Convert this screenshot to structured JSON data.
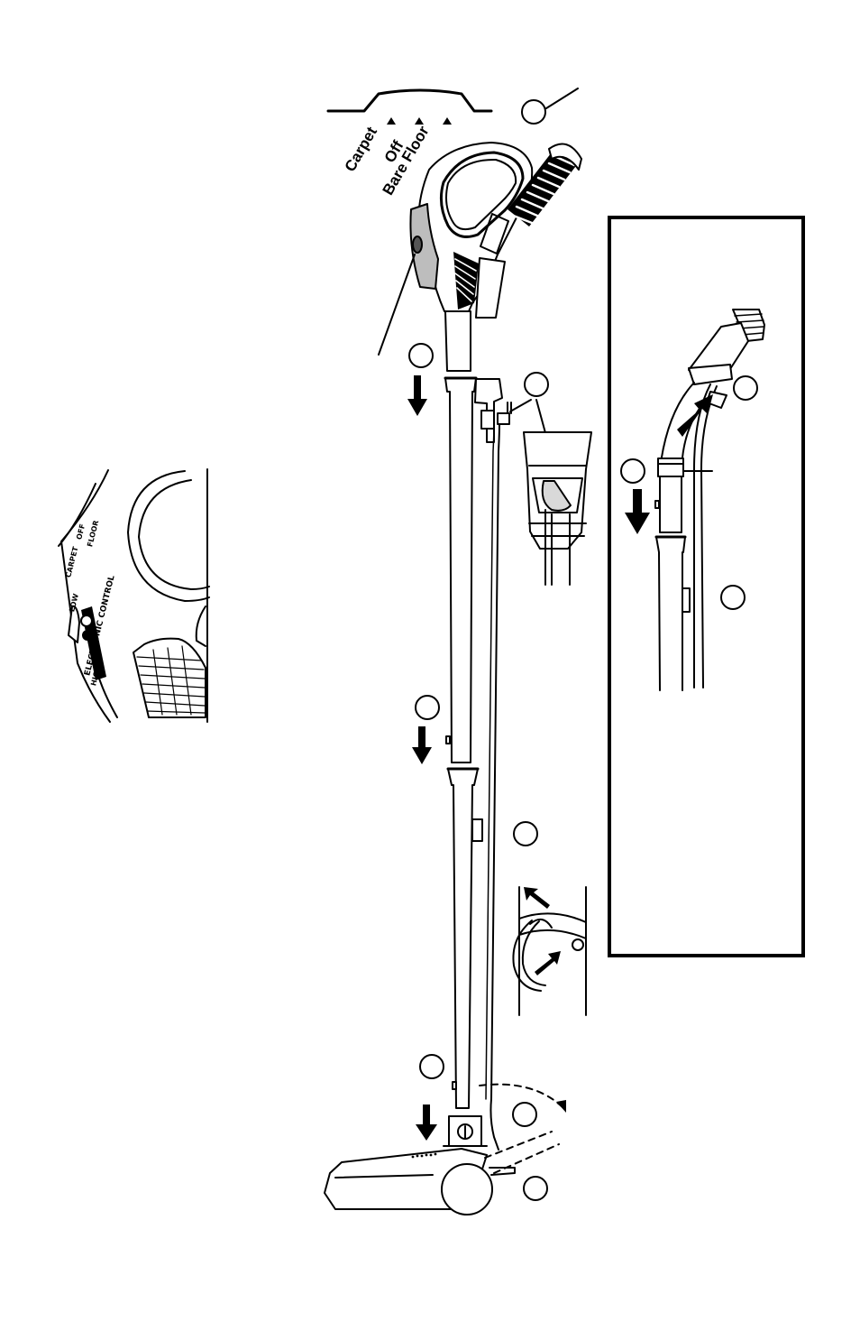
{
  "selector": {
    "carpet": "Carpet",
    "off": "Off",
    "bare_floor": "Bare Floor"
  },
  "detail_switch": {
    "carpet": "CARPET",
    "off": "OFF",
    "floor": "FLOOR",
    "low": "LOW",
    "high": "HIGH",
    "electronic_control": "ELECTRONIC CONTROL"
  },
  "colors": {
    "line": "#000000",
    "background": "#ffffff",
    "shade": "#d9d9d9"
  }
}
